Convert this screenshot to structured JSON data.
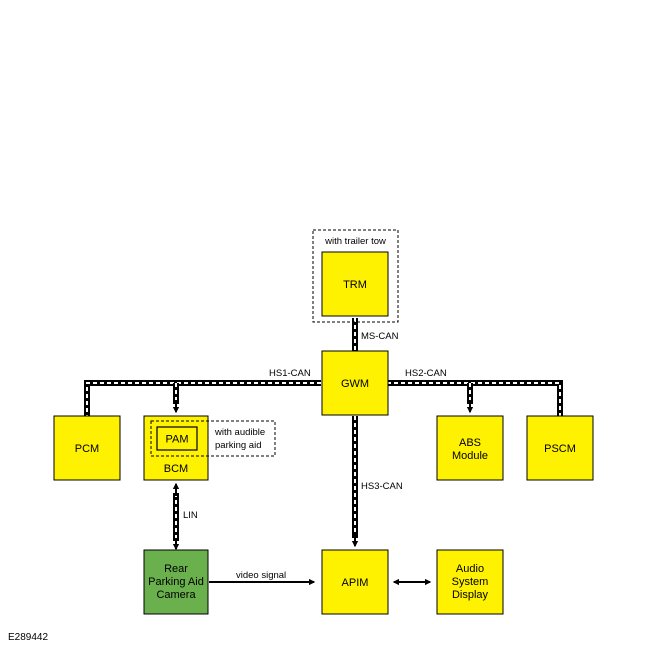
{
  "figure_id": "E289442",
  "modules": {
    "trm": "TRM",
    "gwm": "GWM",
    "pcm": "PCM",
    "bcm": "BCM",
    "pam": "PAM",
    "abs_line1": "ABS",
    "abs_line2": "Module",
    "pscm": "PSCM",
    "camera_line1": "Rear",
    "camera_line2": "Parking Aid",
    "camera_line3": "Camera",
    "apim": "APIM",
    "audio_line1": "Audio",
    "audio_line2": "System",
    "audio_line3": "Display"
  },
  "options": {
    "trailer_tow": "with trailer tow",
    "audible_line1": "with audible",
    "audible_line2": "parking aid"
  },
  "networks": {
    "ms_can": "MS-CAN",
    "hs1_can": "HS1-CAN",
    "hs2_can": "HS2-CAN",
    "hs3_can": "HS3-CAN",
    "lin": "LIN",
    "video": "video signal"
  },
  "colors": {
    "module_fill": "#fff200",
    "camera_fill": "#6ab04c",
    "stroke": "#000000"
  }
}
